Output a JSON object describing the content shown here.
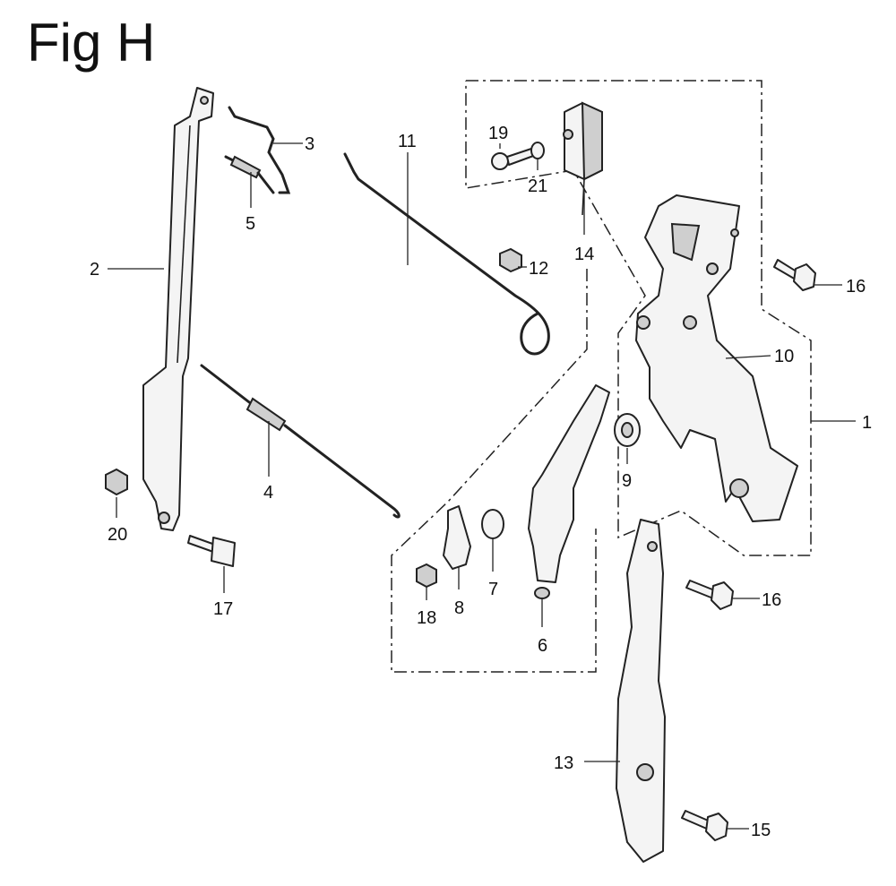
{
  "figure": {
    "title": "Fig H"
  },
  "callouts": {
    "c1": "1",
    "c2": "2",
    "c3": "3",
    "c4": "4",
    "c5": "5",
    "c6": "6",
    "c7": "7",
    "c8": "8",
    "c9": "9",
    "c10": "10",
    "c11": "11",
    "c12": "12",
    "c13": "13",
    "c14": "14",
    "c15": "15",
    "c16a": "16",
    "c16b": "16",
    "c17": "17",
    "c18": "18",
    "c19": "19",
    "c20": "20",
    "c21": "21"
  }
}
